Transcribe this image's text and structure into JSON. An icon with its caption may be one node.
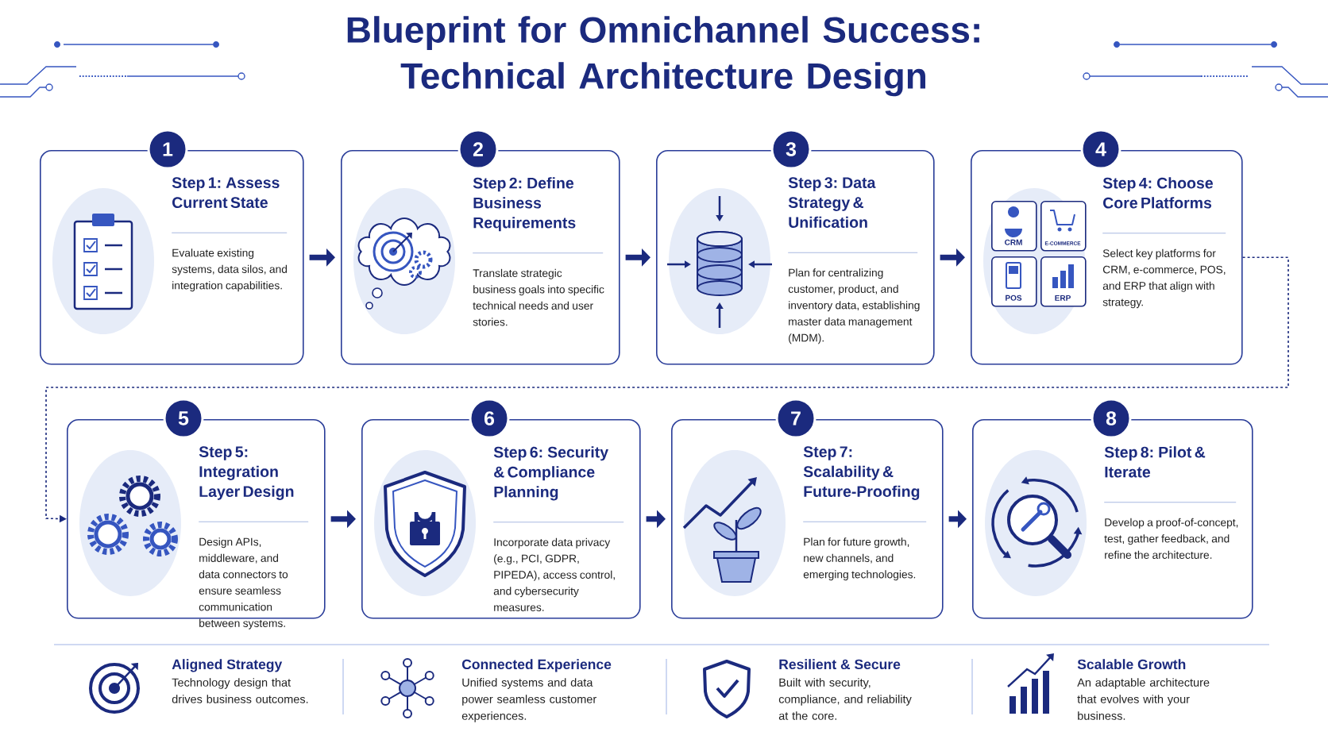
{
  "diagram": {
    "title": "Blueprint for Omnichannel Success: Technical Architecture Design",
    "nodes": [
      {
        "text": [
          "Step 1: Assess Current State",
          "Evaluate existing systems, data silos, and integration capabilities."
        ]
      },
      {
        "text": [
          "Step 2: Define Business Requirements",
          "Translate strategic business goals into specific technical needs and user stories."
        ]
      },
      {
        "text": [
          "Step 3: Data Strategy & Unification",
          "Plan for centralizing customer, product, and inventory data, establishing master data management (MDM)."
        ]
      },
      {
        "text": [
          "Step 4: Choose Core Platforms",
          "Select key platforms for CRM, e-commerce, POS, and ERP that align with strategy."
        ]
      },
      {
        "text": [
          "Step 5: Integration Layer Design",
          "Design APIs, middleware, and data connectors to ensure seamless communication between systems."
        ]
      },
      {
        "text": [
          "Step 6: Security & Compliance Planning",
          "Incorporate data privacy (e.g., PCI, GDPR, PIPEDA), access control, and cybersecurity measures."
        ]
      },
      {
        "text": [
          "Step 7: Scalability & Future-Proofing",
          "Plan for future growth, new channels, and emerging technologies."
        ]
      },
      {
        "text": [
          "Step 8: Pilot & Iterate",
          "Develop a proof-of-concept, test, gather feedback, and refine the architecture."
        ]
      },
      {
        "text": [
          "1"
        ]
      },
      {
        "text": [
          "2"
        ]
      },
      {
        "text": [
          "3"
        ]
      },
      {
        "text": [
          "4"
        ]
      },
      {
        "text": [
          "5"
        ]
      },
      {
        "text": [
          "6"
        ]
      },
      {
        "text": [
          "7"
        ]
      },
      {
        "text": [
          "8"
        ]
      },
      {
        "text": [
          "CRM"
        ],
        "in": 3
      },
      {
        "text": [
          "E-COMMERCE"
        ],
        "in": 3
      },
      {
        "text": [
          "POS"
        ],
        "in": 3
      },
      {
        "text": [
          "ERP"
        ],
        "in": 3
      }
    ],
    "edges": [
      {
        "from": 0,
        "to": 1,
        "arrow": "to"
      },
      {
        "from": 1,
        "to": 2,
        "arrow": "to"
      },
      {
        "from": 2,
        "to": 3,
        "arrow": "to"
      },
      {
        "from": 3,
        "to": 4,
        "arrow": "to",
        "style": "dashed"
      },
      {
        "from": 4,
        "to": 5,
        "arrow": "to"
      },
      {
        "from": 5,
        "to": 6,
        "arrow": "to"
      },
      {
        "from": 6,
        "to": 7,
        "arrow": "to"
      }
    ],
    "labels": [
      "Aligned Strategy",
      "Technology design that drives business outcomes.",
      "Connected Experience",
      "Unified systems and data power seamless customer experiences.",
      "Resilient & Secure",
      "Built with security, compliance, and reliability at the core.",
      "Scalable Growth",
      "An adaptable architecture that evolves with your business."
    ]
  }
}
